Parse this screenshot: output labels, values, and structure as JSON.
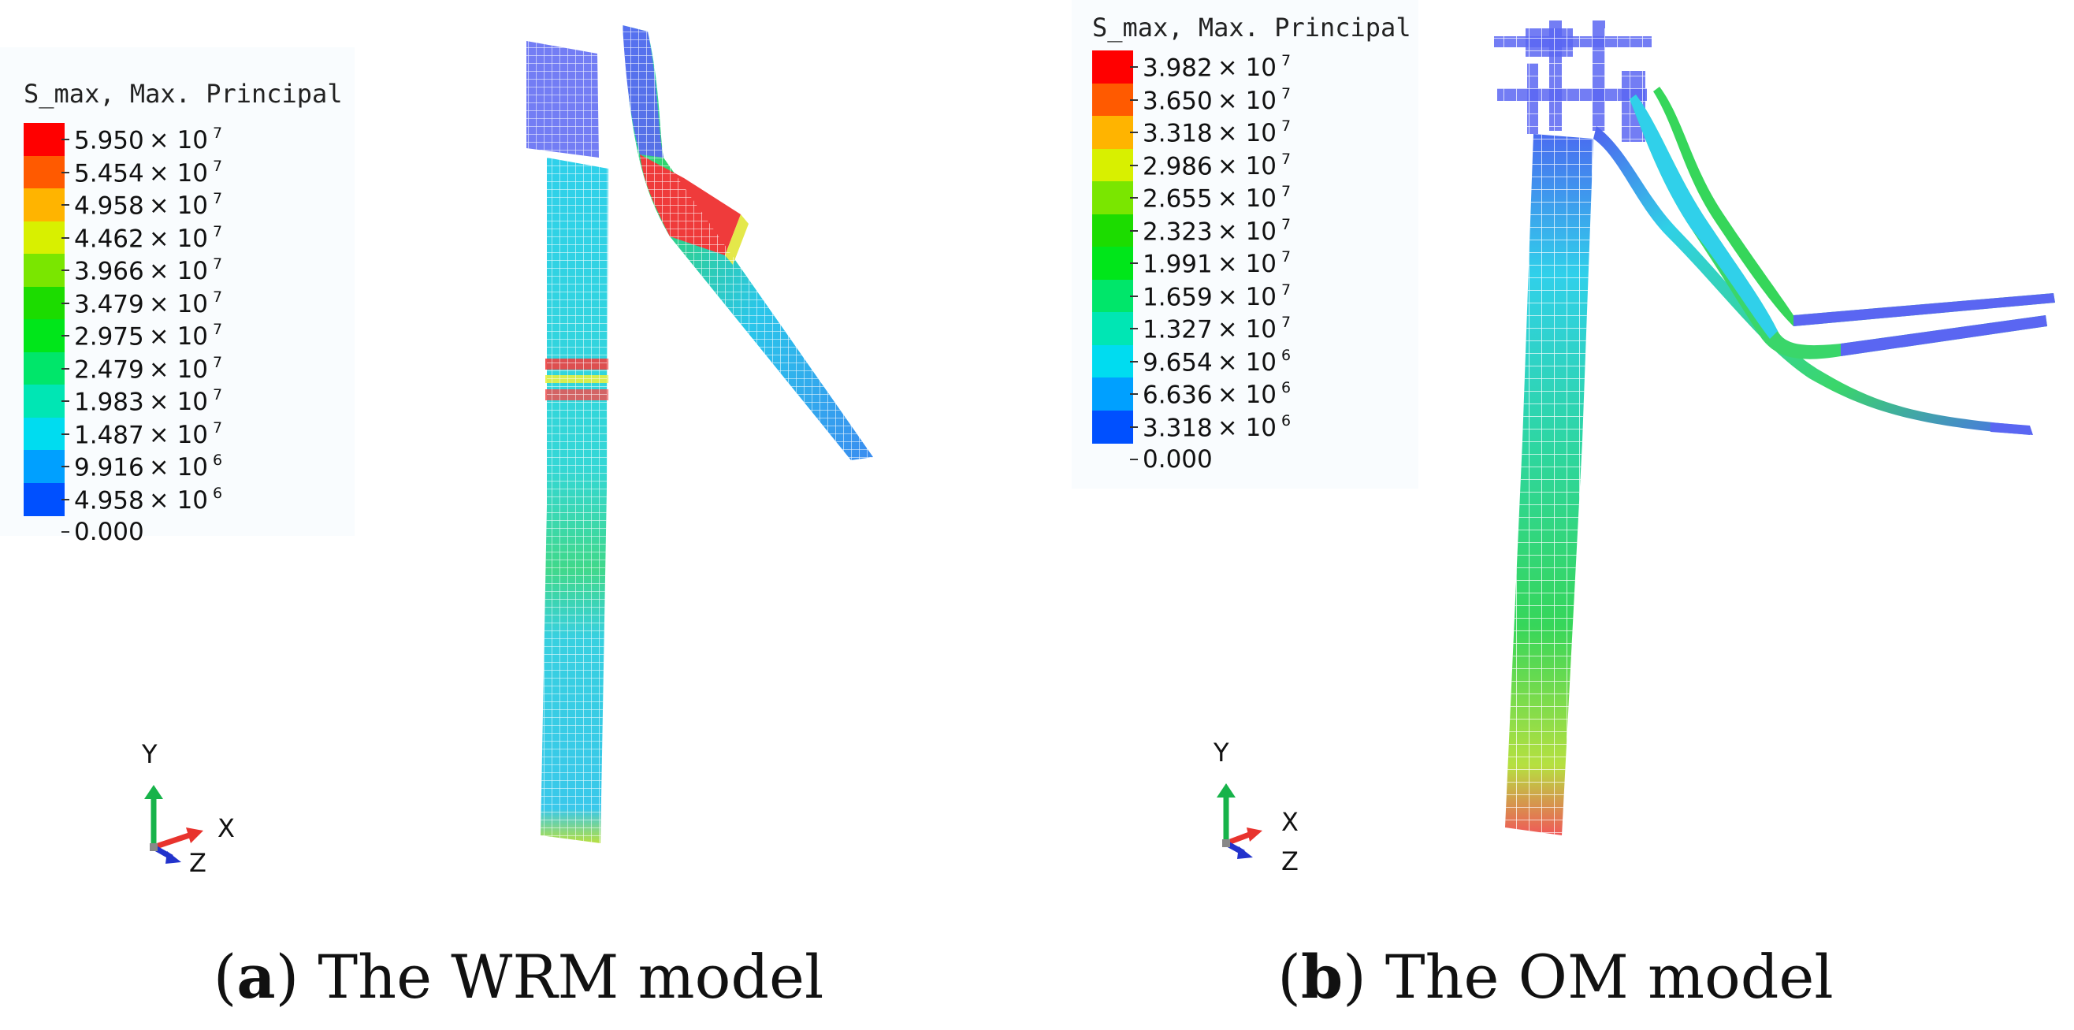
{
  "panels": [
    {
      "legend_title": "S_max, Max. Principal",
      "legend": [
        {
          "mantissa": "5.950",
          "exp": "7",
          "color": "#ff0000"
        },
        {
          "mantissa": "5.454",
          "exp": "7",
          "color": "#ff5a00"
        },
        {
          "mantissa": "4.958",
          "exp": "7",
          "color": "#ffb400"
        },
        {
          "mantissa": "4.462",
          "exp": "7",
          "color": "#d8f000"
        },
        {
          "mantissa": "3.966",
          "exp": "7",
          "color": "#7ae600"
        },
        {
          "mantissa": "3.479",
          "exp": "7",
          "color": "#1cdc00"
        },
        {
          "mantissa": "2.975",
          "exp": "7",
          "color": "#00e61a"
        },
        {
          "mantissa": "2.479",
          "exp": "7",
          "color": "#00e66a"
        },
        {
          "mantissa": "1.983",
          "exp": "7",
          "color": "#00e6b4"
        },
        {
          "mantissa": "1.487",
          "exp": "7",
          "color": "#00dcf0"
        },
        {
          "mantissa": "9.916",
          "exp": "6",
          "color": "#00a0ff"
        },
        {
          "mantissa": "4.958",
          "exp": "6",
          "color": "#0050ff"
        },
        {
          "mantissa": "0.000",
          "exp": "",
          "color": "#0000e6"
        }
      ],
      "triad": {
        "y": "Y",
        "x": "X",
        "z": "Z"
      },
      "caption_letter": "a",
      "caption_text": " The WRM model"
    },
    {
      "legend_title": "S_max, Max. Principal",
      "legend": [
        {
          "mantissa": "3.982",
          "exp": "7",
          "color": "#ff0000"
        },
        {
          "mantissa": "3.650",
          "exp": "7",
          "color": "#ff5a00"
        },
        {
          "mantissa": "3.318",
          "exp": "7",
          "color": "#ffb400"
        },
        {
          "mantissa": "2.986",
          "exp": "7",
          "color": "#d8f000"
        },
        {
          "mantissa": "2.655",
          "exp": "7",
          "color": "#7ae600"
        },
        {
          "mantissa": "2.323",
          "exp": "7",
          "color": "#1cdc00"
        },
        {
          "mantissa": "1.991",
          "exp": "7",
          "color": "#00e61a"
        },
        {
          "mantissa": "1.659",
          "exp": "7",
          "color": "#00e66a"
        },
        {
          "mantissa": "1.327",
          "exp": "7",
          "color": "#00e6b4"
        },
        {
          "mantissa": "9.654",
          "exp": "6",
          "color": "#00dcf0"
        },
        {
          "mantissa": "6.636",
          "exp": "6",
          "color": "#00a0ff"
        },
        {
          "mantissa": "3.318",
          "exp": "6",
          "color": "#0050ff"
        },
        {
          "mantissa": "0.000",
          "exp": "",
          "color": "#0000e6"
        }
      ],
      "triad": {
        "y": "Y",
        "x": "X",
        "z": "Z"
      },
      "caption_letter": "b",
      "caption_text": " The OM model"
    }
  ],
  "colors": {
    "mesh_blue": "#4a5cf0",
    "mesh_cyan": "#2ed6e6",
    "mesh_green": "#37d86a",
    "mesh_red": "#f03a3a",
    "axis_y": "#17b34a",
    "axis_x": "#e8332d",
    "axis_z": "#2233cc"
  }
}
